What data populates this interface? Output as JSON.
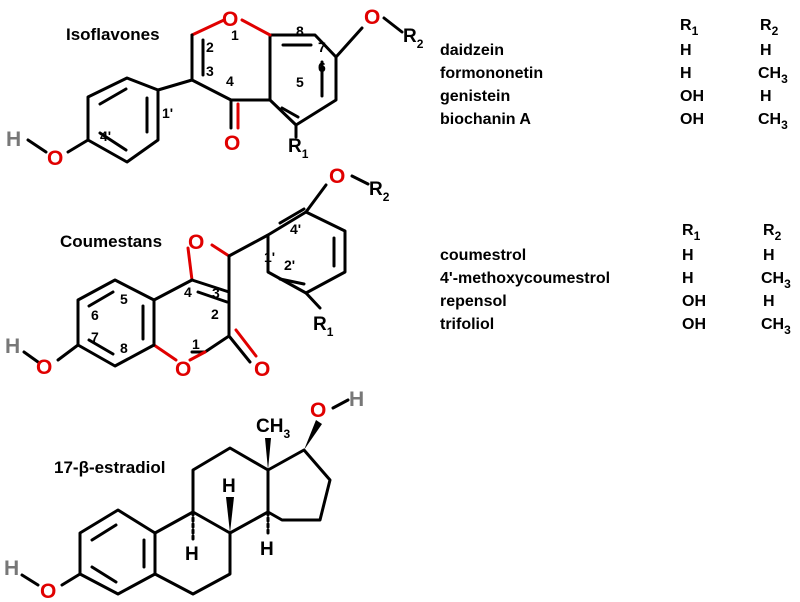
{
  "structures": {
    "isoflavones": {
      "title": "Isoflavones",
      "positions": [
        "1",
        "2",
        "3",
        "4",
        "5",
        "6",
        "7",
        "8",
        "1'",
        "4'"
      ],
      "substituents": {
        "r1": "R",
        "r1_sub": "1",
        "r2": "R",
        "r2_sub": "2"
      }
    },
    "coumestans": {
      "title": "Coumestans",
      "positions": [
        "1",
        "2",
        "3",
        "4",
        "5",
        "6",
        "7",
        "8",
        "1'",
        "2'",
        "4'"
      ],
      "substituents": {
        "r1": "R",
        "r1_sub": "1",
        "r2": "R",
        "r2_sub": "2"
      }
    },
    "estradiol": {
      "title": "17-β-estradiol",
      "methyl": "CH",
      "methyl_sub": "3",
      "hydrogen": "H"
    }
  },
  "atoms": {
    "oxygen": "O",
    "hydrogen": "H"
  },
  "tables": {
    "isoflavones": {
      "headers": [
        {
          "main": "R",
          "sub": "1"
        },
        {
          "main": "R",
          "sub": "2"
        }
      ],
      "rows": [
        {
          "name": "daidzein",
          "r1": "H",
          "r2": "H"
        },
        {
          "name": "formononetin",
          "r1": "H",
          "r2": "CH",
          "r2_sub": "3"
        },
        {
          "name": "genistein",
          "r1": "OH",
          "r2": "H"
        },
        {
          "name": "biochanin A",
          "r1": "OH",
          "r2": "CH",
          "r2_sub": "3"
        }
      ]
    },
    "coumestans": {
      "headers": [
        {
          "main": "R",
          "sub": "1"
        },
        {
          "main": "R",
          "sub": "2"
        }
      ],
      "rows": [
        {
          "name": "coumestrol",
          "r1": "H",
          "r2": "H"
        },
        {
          "name": "4'-methoxycoumestrol",
          "r1": "H",
          "r2": "CH",
          "r2_sub": "3"
        },
        {
          "name": "repensol",
          "r1": "OH",
          "r2": "H"
        },
        {
          "name": "trifoliol",
          "r1": "OH",
          "r2": "CH",
          "r2_sub": "3"
        }
      ]
    }
  },
  "colors": {
    "oxygen": "#e00000",
    "hydrogen": "#777777",
    "bond": "#000000"
  }
}
